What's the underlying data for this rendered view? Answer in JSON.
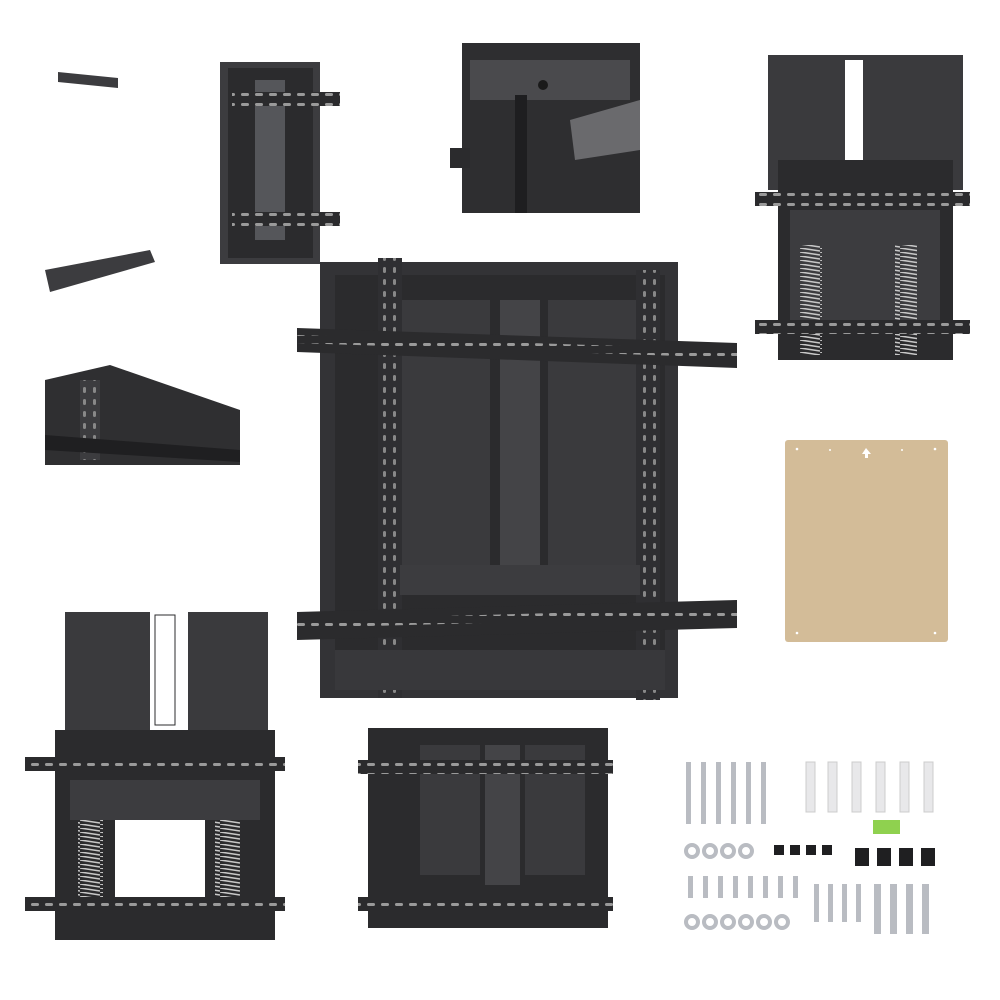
{
  "colors": {
    "background": "#ffffff",
    "metal_dark": "#2b2b2d",
    "metal_mid": "#3c3c3f",
    "metal_light": "#55565a",
    "hole": "#9a9a9a",
    "template_board": "#d3bc98",
    "hardware_silver": "#b9bcc2",
    "anchor_white": "#e8e8ea",
    "level_green": "#8fd14f",
    "spring": "#c8c8c8"
  },
  "panels": [
    {
      "name": "bracket-parts"
    },
    {
      "name": "folded-mount-view"
    },
    {
      "name": "hinge-detail-view"
    },
    {
      "name": "extended-mount-view"
    },
    {
      "name": "corner-detail-view"
    },
    {
      "name": "main-mount-front"
    },
    {
      "name": "wall-template-board"
    },
    {
      "name": "extended-mount-front"
    },
    {
      "name": "retracted-mount-front"
    },
    {
      "name": "hardware-kit"
    }
  ]
}
